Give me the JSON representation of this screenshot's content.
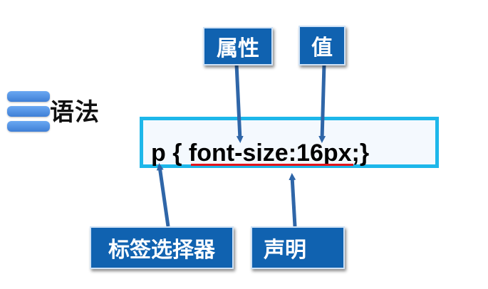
{
  "heading": "语法",
  "code": {
    "selector": "p",
    "open_brace": "{",
    "property": "font-size",
    "colon": ":",
    "value": "16px",
    "semicolon": ";",
    "close_brace": "}"
  },
  "labels": {
    "property": "属性",
    "value": "值",
    "selector": "标签选择器",
    "declaration": "声明"
  },
  "colors": {
    "label_bg": "#1062b0",
    "box_border": "#1db7ea",
    "underline": "#e4141b",
    "arrow": "#2f66a8"
  }
}
